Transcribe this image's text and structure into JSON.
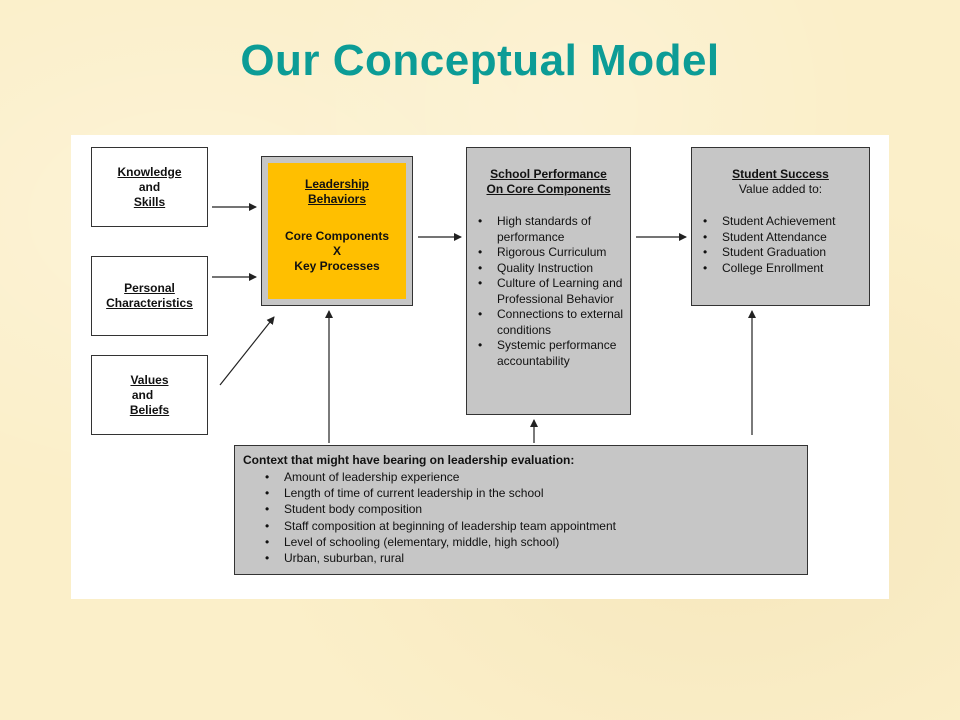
{
  "title": "Our Conceptual Model",
  "inputs": {
    "knowledge": [
      "Knowledge",
      "and",
      "Skills"
    ],
    "personal": [
      "Personal",
      "Characteristics"
    ],
    "values": [
      "Values",
      "and",
      "Beliefs"
    ]
  },
  "leadership": {
    "heading": [
      "Leadership",
      "Behaviors"
    ],
    "body": [
      "Core Components",
      "X",
      "Key Processes"
    ]
  },
  "school": {
    "heading": [
      "School Performance",
      "On Core Components"
    ],
    "items": [
      "High standards of performance",
      "Rigorous Curriculum",
      "Quality Instruction",
      "Culture of Learning and Professional Behavior",
      "Connections to external conditions",
      "Systemic performance accountability"
    ]
  },
  "student": {
    "heading": "Student Success",
    "subheading": "Value added to:",
    "items": [
      "Student Achievement",
      "Student Attendance",
      "Student Graduation",
      "College Enrollment"
    ]
  },
  "context": {
    "heading": "Context that might have bearing on leadership evaluation:",
    "items": [
      "Amount of leadership experience",
      "Length of time of current leadership in the school",
      "Student body composition",
      "Staff composition at beginning of leadership team appointment",
      "Level of schooling (elementary, middle, high school)",
      "Urban, suburban, rural"
    ]
  },
  "colors": {
    "title": "#0c9c96",
    "background": "#fbefc9",
    "leadership_fill": "#ffbf00",
    "box_gray": "#c6c6c6"
  }
}
